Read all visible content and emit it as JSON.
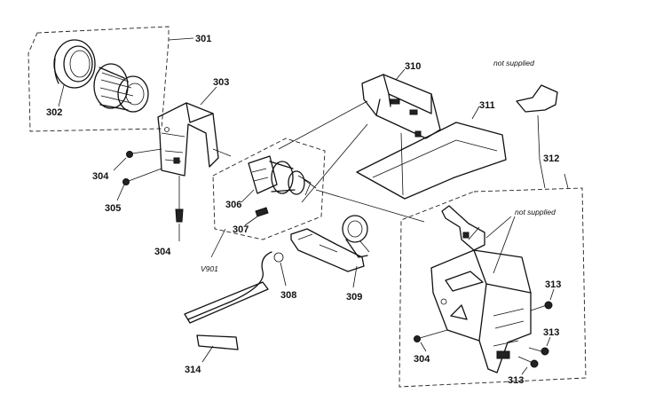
{
  "labels": {
    "l301": "301",
    "l302": "302",
    "l303": "303",
    "l304a": "304",
    "l305": "305",
    "l304b": "304",
    "l306": "306",
    "l307": "307",
    "lv901": "V901",
    "l308": "308",
    "l309": "309",
    "l310": "310",
    "l311": "311",
    "l312": "312",
    "l313a": "313",
    "l313b": "313",
    "l313c": "313",
    "l304c": "304",
    "l314": "314"
  },
  "notes": {
    "not_supplied_top": "not supplied",
    "not_supplied_right": "not supplied"
  }
}
